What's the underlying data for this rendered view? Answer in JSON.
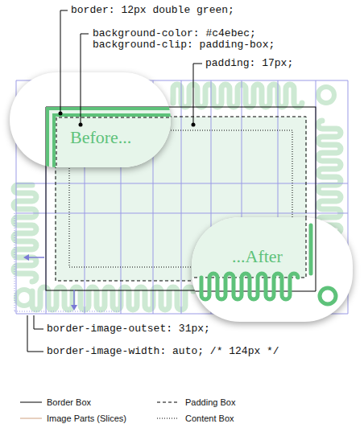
{
  "diagram": {
    "nodes": [
      {
        "text": [
          "Before..."
        ]
      },
      {
        "text": [
          "...After"
        ]
      }
    ],
    "labels": [
      "border: 12px double green;",
      "background-color: #c4ebec;",
      "background-clip: padding-box;",
      "padding: 17px;",
      "border-image-outset: 31px;",
      "border-image-width: auto; /* 124px */"
    ],
    "legend": [
      {
        "text": "Border Box"
      },
      {
        "text": "Padding Box"
      },
      {
        "text": "Image Parts (Slices)"
      },
      {
        "text": "Content Box"
      }
    ]
  }
}
